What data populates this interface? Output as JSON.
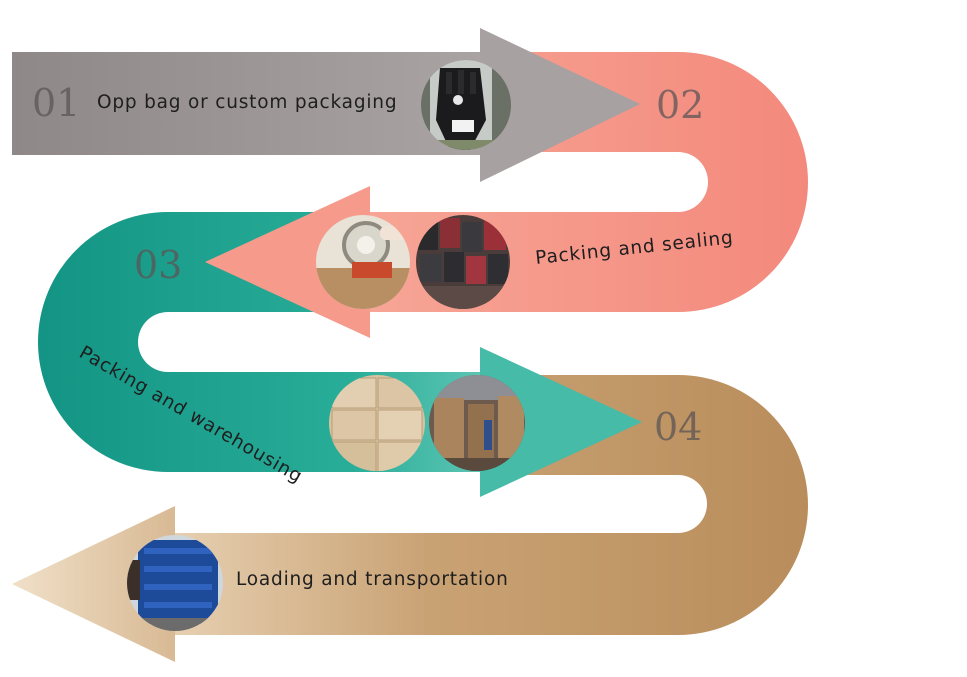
{
  "steps": [
    {
      "number": "01",
      "label": "Opp bag or custom packaging",
      "color": "#9e9898",
      "photo": "gloves-in-opp-bag"
    },
    {
      "number": "02",
      "label": "Packing and sealing",
      "color": "#f58a7d",
      "photo": "tape-dispenser-and-bagged-gloves"
    },
    {
      "number": "03",
      "label": "Packing and warehousing",
      "color": "#22a592",
      "photo": "cartons-in-warehouse"
    },
    {
      "number": "04",
      "label": "Loading and transportation",
      "color": "#c49c6c",
      "photo": "container-truck-loading"
    }
  ]
}
